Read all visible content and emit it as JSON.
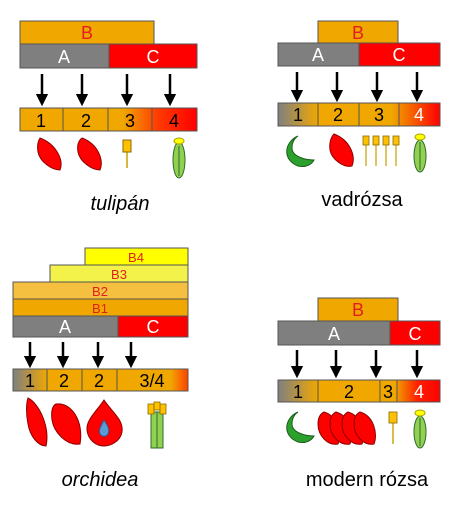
{
  "colors": {
    "orange": "#f0a800",
    "gray": "#7f7f7f",
    "red": "#ff0000",
    "yellow": "#ffff00",
    "lightyellow": "#f2f24a",
    "green": "#4ea34e",
    "blue": "#5b9bd5",
    "text_red": "#e02020"
  },
  "panels": {
    "tulip": {
      "title": "tulipán",
      "bar_b": "B",
      "bar_a": "A",
      "bar_c": "C",
      "whorls": [
        "1",
        "2",
        "3",
        "4"
      ]
    },
    "wildrose": {
      "title": "vadrózsa",
      "bar_b": "B",
      "bar_a": "A",
      "bar_c": "C",
      "whorls": [
        "1",
        "2",
        "3",
        "4"
      ]
    },
    "orchid": {
      "title": "orchidea",
      "bars_b": [
        "B4",
        "B3",
        "B2",
        "B1"
      ],
      "bar_a": "A",
      "bar_c": "C",
      "whorls": [
        "1",
        "2",
        "2",
        "3/4"
      ]
    },
    "modernrose": {
      "title": "modern rózsa",
      "bar_b": "B",
      "bar_a": "A",
      "bar_c": "C",
      "whorls": [
        "1",
        "2",
        "3",
        "4"
      ]
    }
  }
}
